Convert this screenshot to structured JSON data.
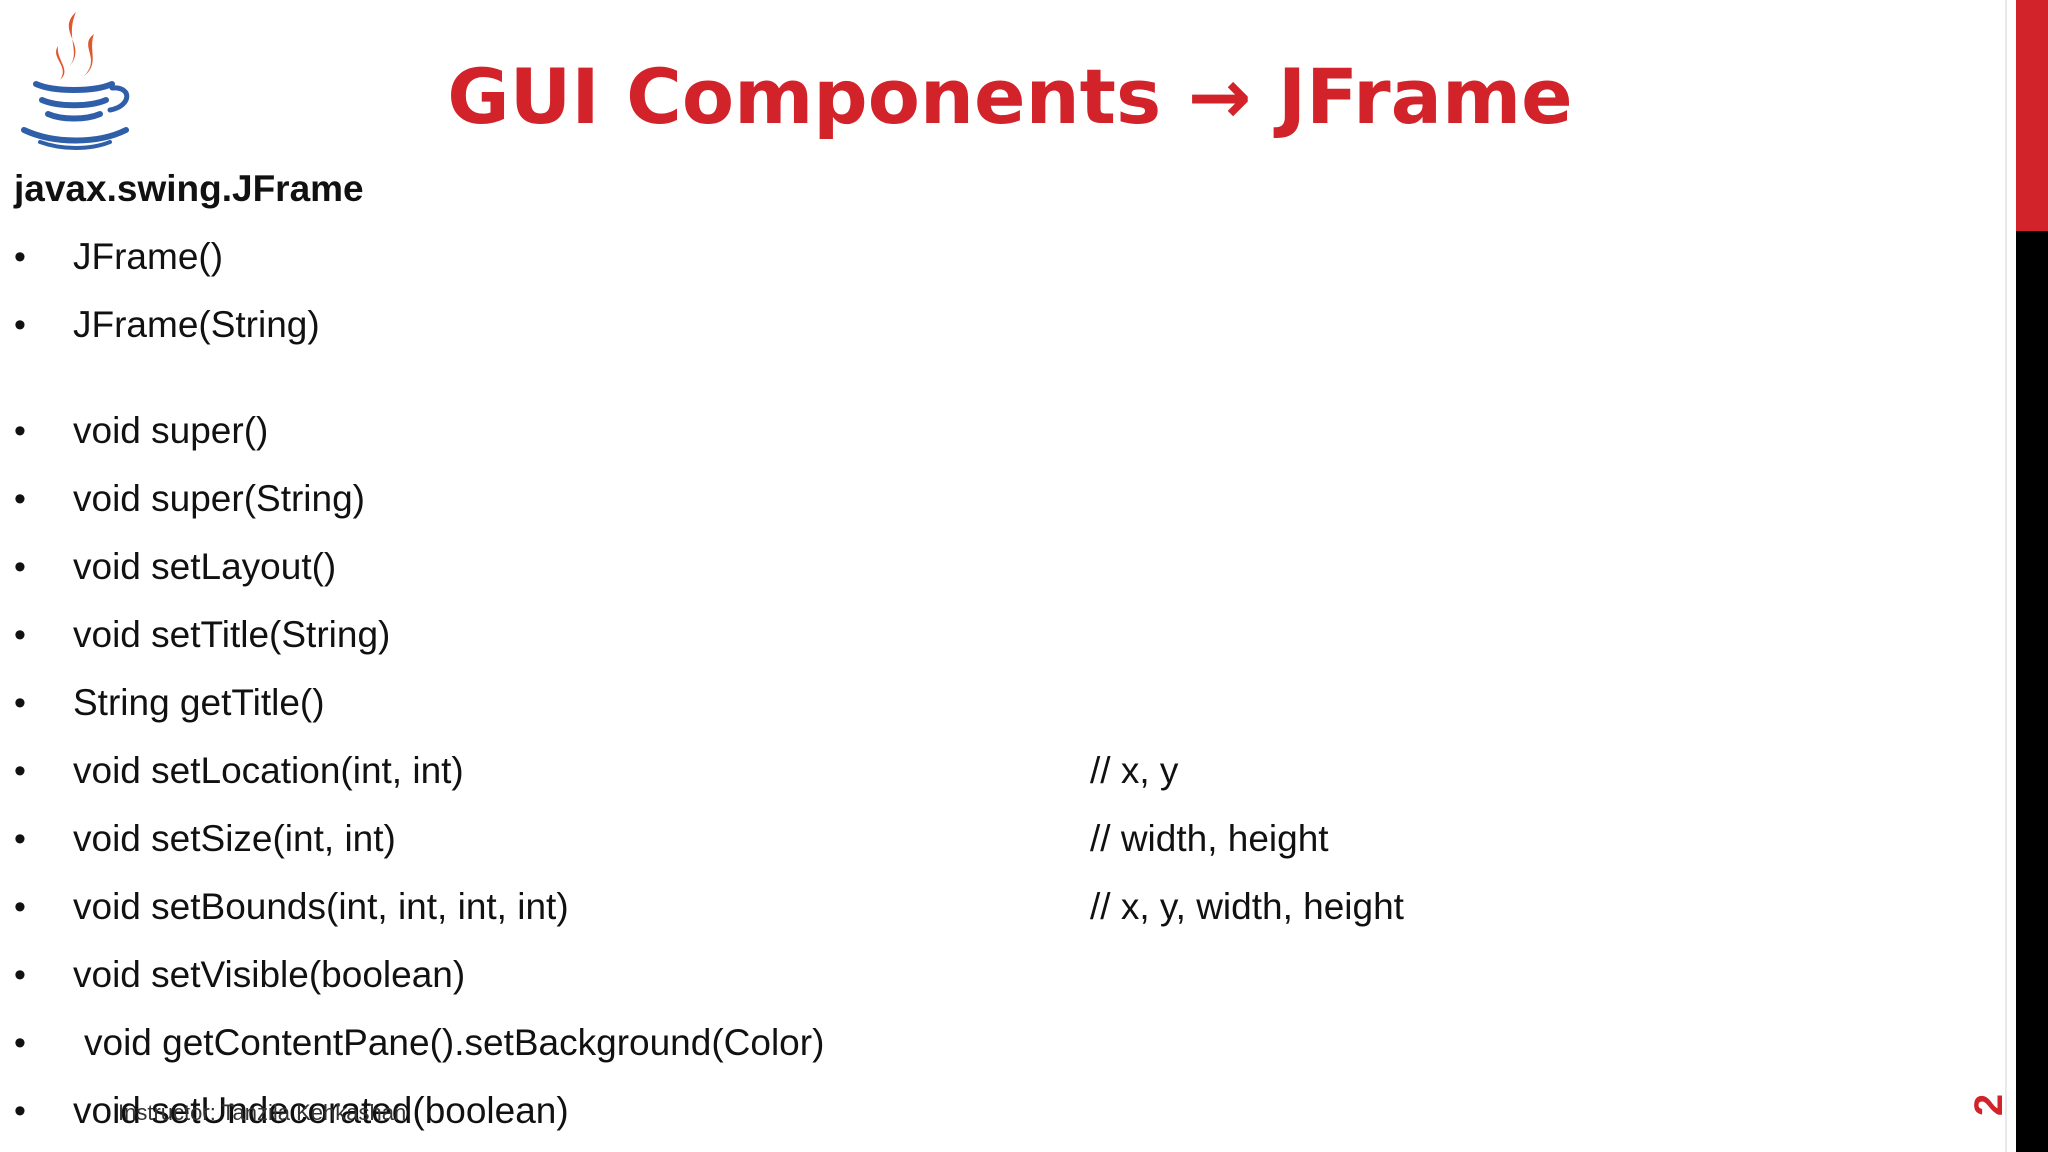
{
  "slide": {
    "title": "GUI Components → JFrame",
    "heading": "javax.swing.JFrame",
    "bullets": [
      {
        "text": "JFrame()",
        "comment": ""
      },
      {
        "text": "JFrame(String)",
        "comment": ""
      },
      {
        "text": "void super()",
        "comment": ""
      },
      {
        "text": "void super(String)",
        "comment": ""
      },
      {
        "text": "void setLayout()",
        "comment": ""
      },
      {
        "text": "void setTitle(String)",
        "comment": ""
      },
      {
        "text": "String getTitle()",
        "comment": ""
      },
      {
        "text": "void setLocation(int, int)",
        "comment": "// x, y"
      },
      {
        "text": "void setSize(int, int)",
        "comment": "// width, height"
      },
      {
        "text": "void setBounds(int, int, int, int)",
        "comment": "// x, y, width, height"
      },
      {
        "text": "void setVisible(boolean)",
        "comment": ""
      },
      {
        "text": "void getContentPane().setBackground(Color)",
        "comment": ""
      },
      {
        "text": "void setUndecorated(boolean)",
        "comment": ""
      }
    ],
    "bullet_symbol": "•",
    "footer": "Instructor: Tanzila Kehkashan",
    "page_number": "2"
  },
  "colors": {
    "accent": "#d2232a",
    "text": "#111111",
    "background": "#ffffff",
    "band": "#000000"
  },
  "icons": {
    "logo": "java-logo-icon"
  }
}
